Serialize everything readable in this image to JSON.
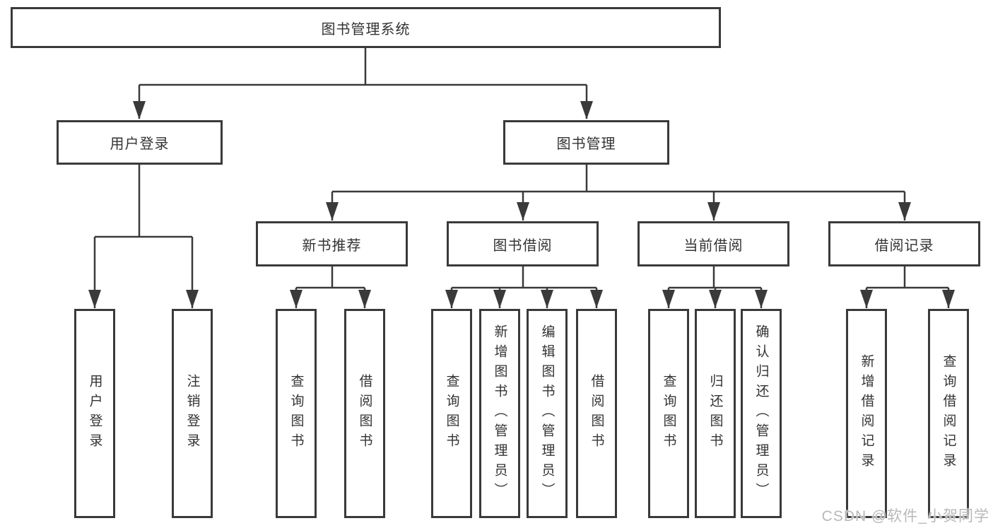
{
  "diagram": {
    "root": {
      "label": "图书管理系统"
    },
    "level2": {
      "user_login": {
        "label": "用户登录"
      },
      "book_management": {
        "label": "图书管理"
      }
    },
    "level3": {
      "new_book_recommend": {
        "label": "新书推荐"
      },
      "book_borrow": {
        "label": "图书借阅"
      },
      "current_borrow": {
        "label": "当前借阅"
      },
      "borrow_record": {
        "label": "借阅记录"
      }
    },
    "leaves": {
      "user_login_login": {
        "label": "用户登录"
      },
      "user_login_logout": {
        "label": "注销登录"
      },
      "nbr_query_book": {
        "label": "查询图书"
      },
      "nbr_borrow_book": {
        "label": "借阅图书"
      },
      "bb_query_book": {
        "label": "查询图书"
      },
      "bb_add_book": {
        "label": "新增图书（管理员）"
      },
      "bb_edit_book": {
        "label": "编辑图书（管理员）"
      },
      "bb_borrow_book": {
        "label": "借阅图书"
      },
      "cb_query_book": {
        "label": "查询图书"
      },
      "cb_return_book": {
        "label": "归还图书"
      },
      "cb_confirm_return": {
        "label": "确认归还（管理员）"
      },
      "br_add_record": {
        "label": "新增借阅记录"
      },
      "br_query_record": {
        "label": "查询借阅记录"
      }
    },
    "colors": {
      "line": "#3a3a3a",
      "box_border": "#3a3a3a",
      "text": "#333333",
      "watermark": "#b9b9b9"
    }
  },
  "watermark": {
    "text": "CSDN @软件_小贺同学"
  }
}
